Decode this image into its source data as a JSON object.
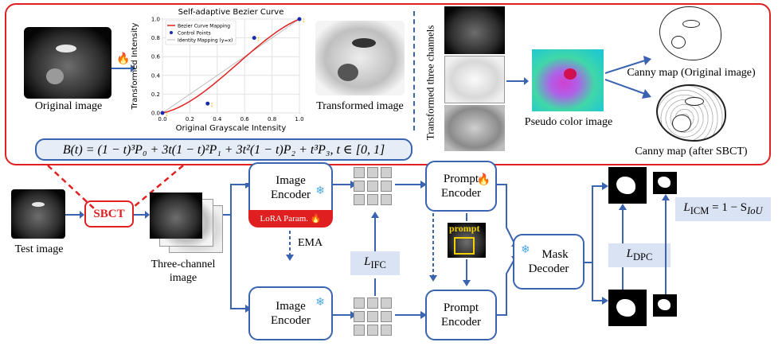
{
  "top": {
    "original_caption": "Original image",
    "transformed_caption": "Transformed image",
    "three_channels_caption": "Transformed three channels",
    "pseudo_caption": "Pseudo color image",
    "canny_orig_caption": "Canny map (Original image)",
    "canny_sbct_caption": "Canny map (after SBCT)",
    "formula": "B(t) = (1 − t)³P₀ + 3t(1 − t)²P₁ + 3t²(1 − t)P₂ + t³P₃, t ∈ [0, 1]"
  },
  "chart_data": {
    "type": "line",
    "title": "Self-adaptive Bezier Curve",
    "xlabel": "Original Grayscale Intensity",
    "ylabel": "Transformed Intensity",
    "xlim": [
      0,
      1
    ],
    "ylim": [
      0,
      1
    ],
    "xticks": [
      "0.0",
      "0.2",
      "0.4",
      "0.6",
      "0.8",
      "1.0"
    ],
    "yticks": [
      "0.0",
      "0.2",
      "0.4",
      "0.6",
      "0.8",
      "1.0"
    ],
    "grid": true,
    "legend": [
      "Bezier Curve Mapping",
      "Control Points",
      "Identity Mapping (y=x)"
    ],
    "control_points": [
      [
        0.0,
        0.0
      ],
      [
        0.33,
        0.1
      ],
      [
        0.67,
        0.8
      ],
      [
        1.0,
        1.0
      ]
    ],
    "colors": {
      "curve": "#e02020",
      "points": "#1a2bb0",
      "identity": "#bbbbbb",
      "arrows": "#f5b800"
    }
  },
  "bottom": {
    "test_caption": "Test image",
    "sbct_label": "SBCT",
    "three_channel_caption_1": "Three-channel",
    "three_channel_caption_2": "image",
    "image_encoder_1": "Image",
    "image_encoder_2": "Encoder",
    "lora_label": "LoRA Param.",
    "ema_label": "EMA",
    "prompt_encoder_1": "Prompt",
    "prompt_encoder_2": "Encoder",
    "prompt_tag": "prompt",
    "mask_decoder_1": "Mask",
    "mask_decoder_2": "Decoder",
    "loss_ifc": "L",
    "loss_ifc_sub": "IFC",
    "loss_dpc": "L",
    "loss_dpc_sub": "DPC",
    "loss_icm": "L",
    "loss_icm_sub": "ICM",
    "loss_icm_rest": " = 1 − S",
    "loss_icm_rest_sub": "IoU"
  }
}
